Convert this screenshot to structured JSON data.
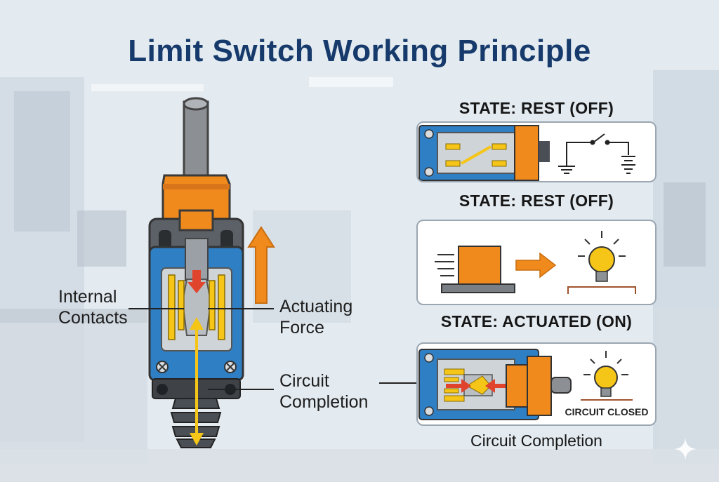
{
  "title": "Limit Switch Working Principle",
  "labels": {
    "internal_contacts": [
      "Internal",
      "Contacts"
    ],
    "actuating_force": [
      "Actuating",
      "Force"
    ],
    "circuit_completion": [
      "Circuit",
      "Completion"
    ]
  },
  "states": {
    "rest_top": "STATE: REST (OFF)",
    "rest_middle": "STATE: REST (OFF)",
    "actuated": "STATE: ACTUATED (ON)"
  },
  "circuit_closed_label": "CIRCUIT CLOSED",
  "bottom_caption": "Circuit Completion",
  "colors": {
    "title": "#163a6b",
    "housing_blue": "#2f7fc4",
    "actuator_orange": "#f08a1c",
    "contact_yellow": "#f5c518",
    "force_arrow_red": "#e0442d",
    "dark_gray": "#4a4f55"
  },
  "icons": [
    "sparkle-icon",
    "light-bulb-icon",
    "ground-icon",
    "battery-icon",
    "switch-symbol-icon"
  ]
}
